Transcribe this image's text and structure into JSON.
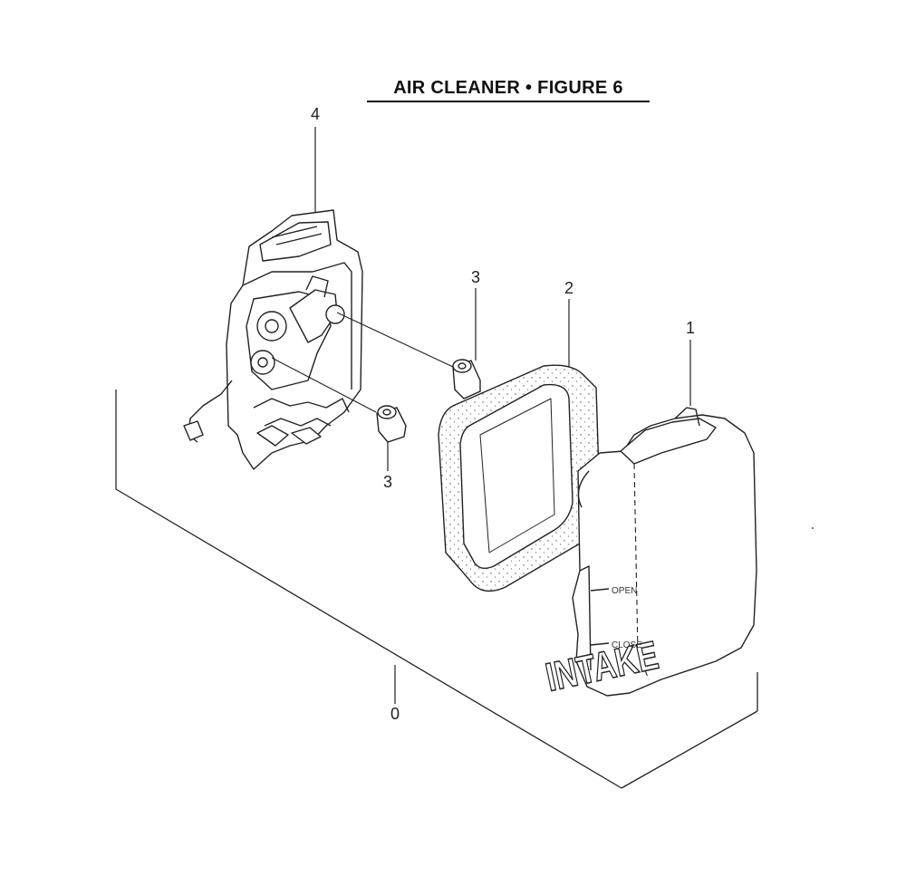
{
  "figure": {
    "title": "AIR CLEANER  •  FIGURE 6",
    "callouts": {
      "assembly": "0",
      "cover": "1",
      "filter": "2",
      "spacer_upper": "3",
      "spacer_lower": "3",
      "base": "4"
    },
    "cover_text": {
      "main": "INTAKE",
      "open": "OPEN",
      "close": "CLOSE"
    }
  }
}
